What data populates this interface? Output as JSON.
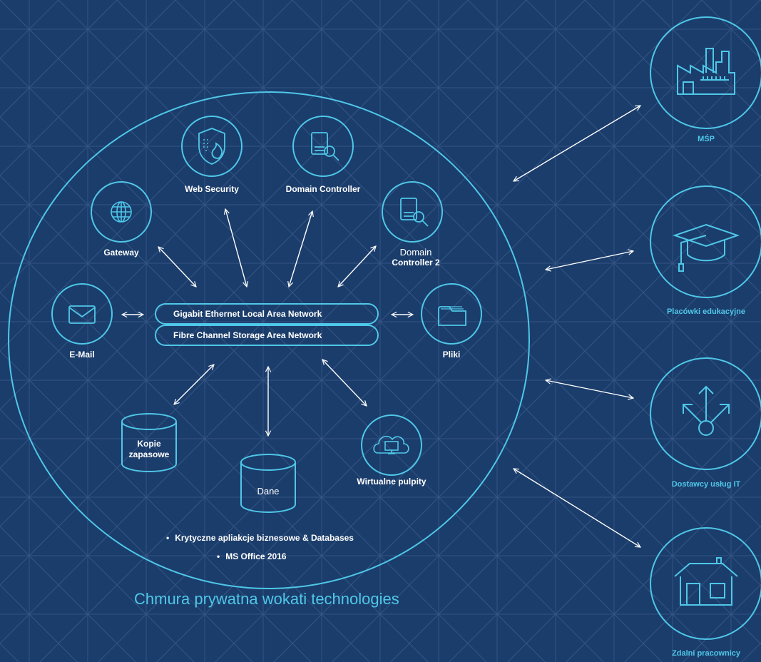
{
  "colors": {
    "background": "#1b3d6b",
    "grid": "#3a5c8c",
    "accent": "#4fc7e8",
    "text": "#ffffff"
  },
  "cloud": {
    "title": "Chmura prywatna wokati technologies"
  },
  "network": {
    "lan_label": "Gigabit Ethernet Local Area Network",
    "san_label": "Fibre Channel Storage Area Network"
  },
  "nodes": {
    "web_security": {
      "label": "Web Security",
      "icon": "shield-fire-icon"
    },
    "domain_controller": {
      "label": "Domain Controller",
      "icon": "server-search-icon"
    },
    "domain_controller_2": {
      "label_line1": "Domain",
      "label_line2": "Controller 2",
      "icon": "server-search-icon"
    },
    "gateway": {
      "label": "Gateway",
      "icon": "globe-icon"
    },
    "email": {
      "label": "E-Mail",
      "icon": "envelope-icon"
    },
    "files": {
      "label": "Pliki",
      "icon": "folder-icon"
    },
    "backups": {
      "label_line1": "Kopie",
      "label_line2": "zapasowe",
      "icon": "database-icon"
    },
    "data": {
      "label": "Dane",
      "icon": "database-icon"
    },
    "virtual_desktops": {
      "label": "Wirtualne pulpity",
      "icon": "cloud-monitor-icon"
    }
  },
  "bullets": [
    "Krytyczne apliakcje biznesowe & Databases",
    "MS Office 2016"
  ],
  "clients": [
    {
      "label": "MŚP",
      "icon": "factory-icon"
    },
    {
      "label": "Placówki edukacyjne",
      "icon": "graduation-cap-icon"
    },
    {
      "label": "Dostawcy usług IT",
      "icon": "branching-arrows-icon"
    },
    {
      "label": "Zdalni pracownicy",
      "icon": "house-icon"
    }
  ]
}
